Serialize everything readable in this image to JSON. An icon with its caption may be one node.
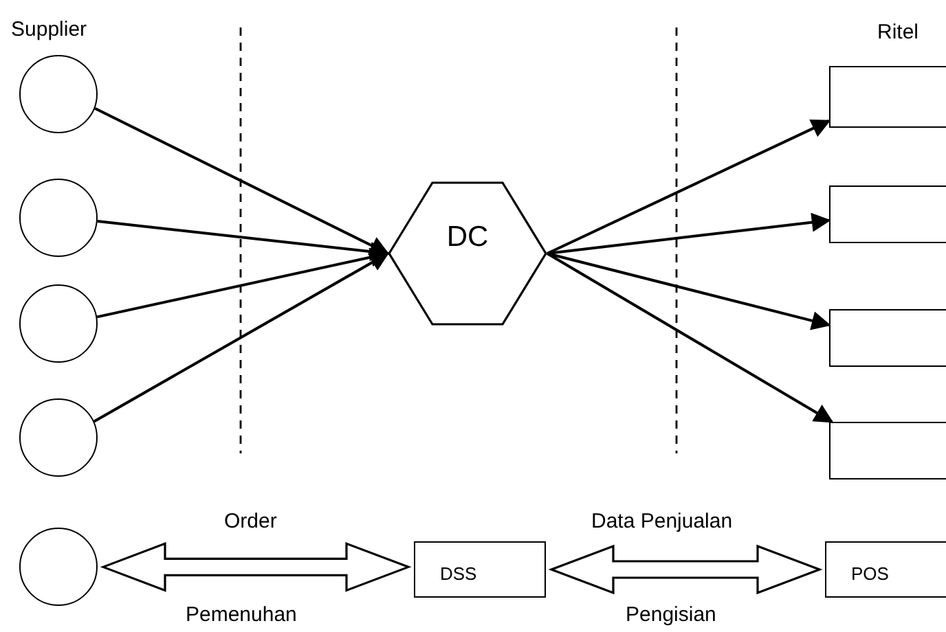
{
  "diagram": {
    "nodes": [
      {
        "text": [],
        "shape": "circle"
      },
      {
        "text": [],
        "shape": "circle"
      },
      {
        "text": [],
        "shape": "circle"
      },
      {
        "text": [],
        "shape": "circle"
      },
      {
        "text": [],
        "shape": "circle"
      },
      {
        "text": [
          "DC"
        ]
      },
      {
        "text": [],
        "shape": "box"
      },
      {
        "text": [],
        "shape": "box"
      },
      {
        "text": [],
        "shape": "box"
      },
      {
        "text": [],
        "shape": "box"
      },
      {
        "text": [
          "DSS"
        ]
      },
      {
        "text": [
          "POS"
        ]
      }
    ],
    "edges": [
      {
        "from": 0,
        "to": 5,
        "arrow": "to"
      },
      {
        "from": 1,
        "to": 5,
        "arrow": "to"
      },
      {
        "from": 2,
        "to": 5,
        "arrow": "to"
      },
      {
        "from": 3,
        "to": 5,
        "arrow": "to"
      },
      {
        "from": 5,
        "to": 6,
        "arrow": "to"
      },
      {
        "from": 5,
        "to": 7,
        "arrow": "to"
      },
      {
        "from": 5,
        "to": 8,
        "arrow": "to"
      },
      {
        "from": 5,
        "to": 9,
        "arrow": "to"
      },
      {
        "from": 4,
        "to": 10,
        "arrow": "both",
        "label": "Order",
        "style": "thick"
      },
      {
        "from": 10,
        "to": 11,
        "arrow": "both",
        "label": "Data Penjualan",
        "style": "thick"
      }
    ],
    "labels": [
      "Supplier",
      "Ritel",
      "Pemenuhan",
      "Pengisian"
    ]
  }
}
